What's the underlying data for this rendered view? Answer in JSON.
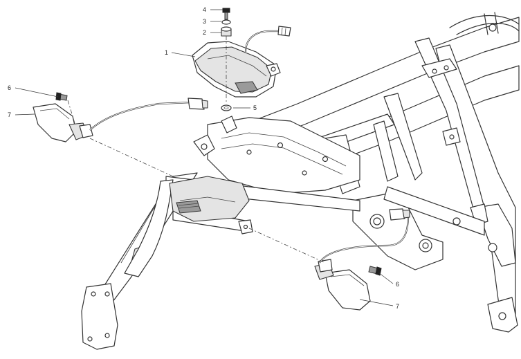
{
  "callouts": [
    {
      "id": "c4-top",
      "text": "4"
    },
    {
      "id": "c3-top",
      "text": "3"
    },
    {
      "id": "c2-top",
      "text": "2"
    },
    {
      "id": "c1-top",
      "text": "1"
    },
    {
      "id": "c5",
      "text": "5"
    },
    {
      "id": "c6-left",
      "text": "6"
    },
    {
      "id": "c7-left",
      "text": "7"
    },
    {
      "id": "c6-right",
      "text": "6"
    },
    {
      "id": "c7-right",
      "text": "7"
    }
  ]
}
